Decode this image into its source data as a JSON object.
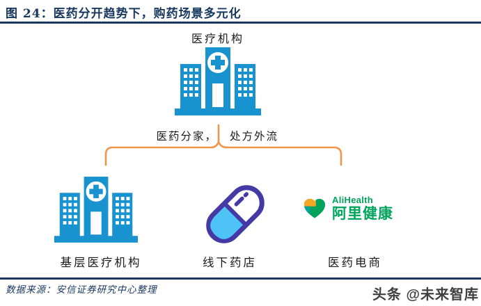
{
  "figure": {
    "title": "图 24：医药分开趋势下，购药场景多元化"
  },
  "diagram": {
    "top_node": {
      "label": "医疗机构",
      "icon": "hospital-icon"
    },
    "flow_label": {
      "left": "医药分家，",
      "right": "处方外流"
    },
    "bottom_nodes": [
      {
        "label": "基层医疗机构",
        "icon": "hospital-icon"
      },
      {
        "label": "线下药店",
        "icon": "capsule-icon"
      },
      {
        "label": "医药电商",
        "icon": "alihealth-logo",
        "brand_en": "AliHealth",
        "brand_zh": "阿里健康"
      }
    ]
  },
  "footer": {
    "source": "数据来源：安信证券研究中心整理"
  },
  "watermark": "头条 @未来智库",
  "colors": {
    "accent_navy": "#17375E",
    "hospital_blue": "#1893D0",
    "connector_orange": "#F0954C",
    "capsule_purple": "#4539A5",
    "capsule_cyan": "#4EC3F5",
    "brand_green": "#00A35C",
    "brand_orange": "#F5A623",
    "brand_teal": "#00A29A",
    "text_dark": "#1A1A1A"
  }
}
